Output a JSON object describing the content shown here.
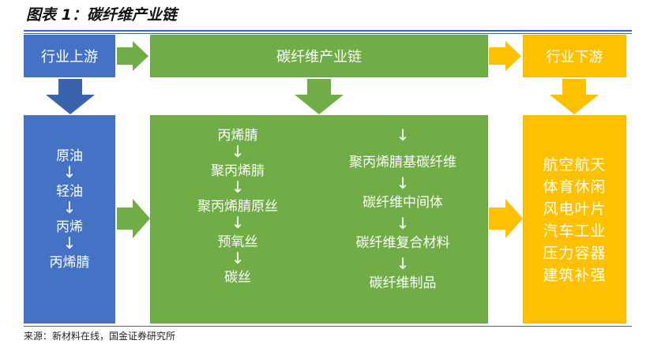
{
  "title": "图表 1：碳纤维产业链",
  "headers": {
    "upstream": "行业上游",
    "chain": "碳纤维产业链",
    "downstream": "行业下游"
  },
  "upstream_items": [
    "原油",
    "轻油",
    "丙烯",
    "丙烯腈"
  ],
  "middle_left_items": [
    "丙烯腈",
    "聚丙烯腈",
    "聚丙烯腈原丝",
    "预氧丝",
    "碳丝"
  ],
  "middle_right_items": [
    "聚丙烯腈基碳纤维",
    "碳纤维中间体",
    "碳纤维复合材料",
    "碳纤维制品"
  ],
  "downstream_items": [
    "航空航天",
    "体育休闲",
    "风电叶片",
    "汽车工业",
    "压力容器",
    "建筑补强"
  ],
  "arrow_glyph": "↓",
  "source": "来源：新材料在线，国金证券研究所",
  "colors": {
    "blue": "#4472c4",
    "green": "#70ad47",
    "orange": "#ffc000",
    "rule": "#3a66b8"
  }
}
